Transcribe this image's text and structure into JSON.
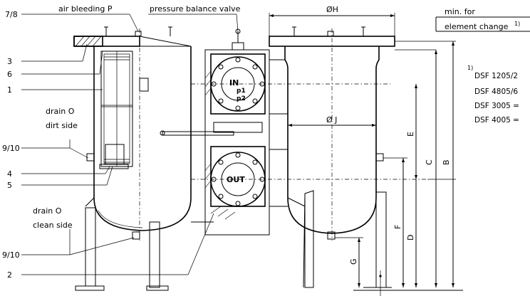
{
  "labels": {
    "air_bleeding": "air bleeding P",
    "pressure_valve": "pressure balance valve",
    "dia_h": "ØH",
    "min_for": "min. for",
    "element_change": "element change",
    "element_change_sup": "1)",
    "dia_j": "Ø J",
    "drain_dirt_1": "drain O",
    "drain_dirt_2": "dirt side",
    "drain_clean_1": "drain O",
    "drain_clean_2": "clean side",
    "port_in": "IN",
    "port_out": "OUT",
    "p1": "p1",
    "p2": "p2",
    "dim_e": "E",
    "dim_c": "C",
    "dim_b": "B",
    "dim_f": "F",
    "dim_d": "D",
    "dim_g": "G"
  },
  "callouts": {
    "c78": "7/8",
    "c3": "3",
    "c6": "6",
    "c1": "1",
    "c910a": "9/10",
    "c4": "4",
    "c5": "5",
    "c910b": "9/10",
    "c2": "2"
  },
  "footnote": {
    "marker": "1)",
    "lines": [
      "DSF 1205/2",
      "DSF 4805/6",
      "DSF 3005 =",
      "DSF 4005 ="
    ]
  }
}
